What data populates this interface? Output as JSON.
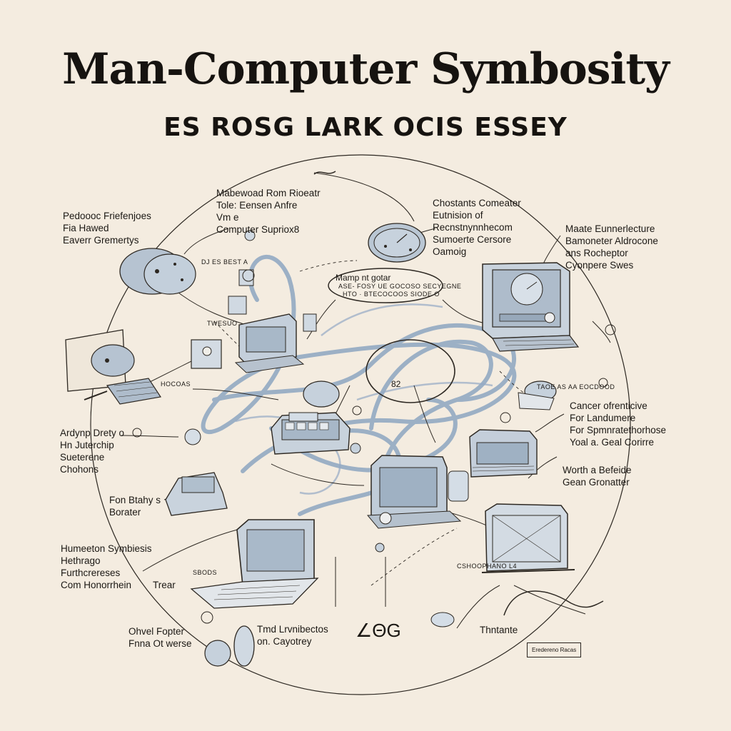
{
  "title": "Man-Computer Symbosity",
  "subtitle": "ES ROSG LARK OCIS ESSEY",
  "labels": {
    "top_center": [
      "Mabewoad Rom Rioeatr",
      "Tole: Eensen Anfre",
      "Vm e",
      "Computer Supriox8"
    ],
    "top_left": [
      "Pedoooc Friefenjoes",
      "Fia  Hawed",
      "Eaverr Gremertys"
    ],
    "top_right_mid": [
      "Chostants Comeater",
      "Eutnision of",
      "Recnstnynnhecom",
      "Sumoerte Cersore",
      "Oamoig"
    ],
    "top_right": [
      "Maate Eunnerlecture",
      "Bamoneter Aldrocone",
      "ans Rocheptor",
      "Cyonpere Swes"
    ],
    "center_oval_title": "Mamp nt gotar",
    "center_oval_sub": "ASE- FOSY  UE GOCOSO  SECYEGNE",
    "center_oval_sub2": "HTO · BTECOCOOS  SIODE O",
    "mid_right": [
      "Cancer ofrenticive",
      "For Landumere",
      "For Spmnratethorhose",
      "Yoal a. Geal Corirre"
    ],
    "mid_left": [
      "Ardynp Drety o",
      "Hn Juterchip",
      "Sueterene",
      "Chohons"
    ],
    "left_small": [
      "Fon Btahy s",
      "Borater"
    ],
    "right_worth": [
      "Worth a Befeide",
      "Gean Gronatter"
    ],
    "bottom_left": [
      "Humeeton Symbiesis",
      "Hethrago",
      "Furthcrereses",
      "Com Honorrhein"
    ],
    "bottom_left_tail": "Trear",
    "bottom_left2": [
      "Ohvel Fopter",
      "Fnna Ot werse"
    ],
    "bottom_center": [
      "Tmd Lrvnibectos",
      "on. Cayotrey"
    ],
    "bottom_center_glyphs": "∠ΘG",
    "bottom_right_word": "Thntante",
    "small_box": "Eredereno Racas",
    "tiny_labels": {
      "t1": "DJ  ES  BEST A",
      "t2": "TWESUO",
      "t3": "HOCOAS",
      "t4": "82",
      "t5": "CSHOOPHANO L4",
      "t6": "SBODS",
      "t7": "TAOE AS AA EOCDOOD"
    }
  }
}
